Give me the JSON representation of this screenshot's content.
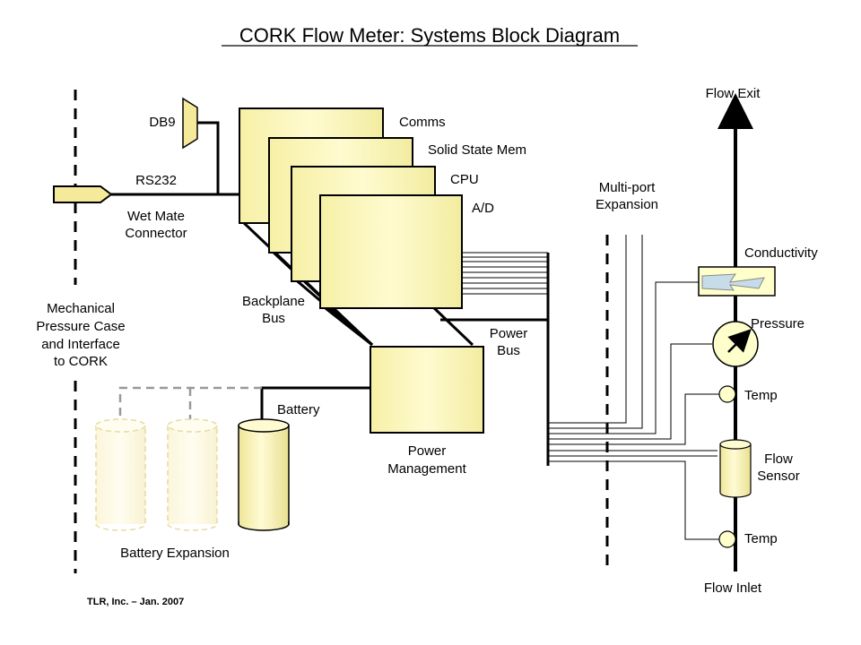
{
  "title": "CORK Flow Meter: Systems Block Diagram",
  "labels": {
    "db9": "DB9",
    "rs232": "RS232",
    "wet_mate": [
      "Wet Mate",
      "Connector"
    ],
    "comms": "Comms",
    "memory": "Solid State Mem",
    "cpu": "CPU",
    "ad": "A/D",
    "backplane": [
      "Backplane",
      "Bus"
    ],
    "power_bus": [
      "Power",
      "Bus"
    ],
    "power_management": [
      "Power",
      "Management"
    ],
    "battery": "Battery",
    "battery_expansion": "Battery Expansion",
    "pressure_case": [
      "Mechanical",
      "Pressure Case",
      "and Interface",
      "to CORK"
    ],
    "multiport": [
      "Multi-port",
      "Expansion"
    ],
    "flow_exit": "Flow Exit",
    "flow_inlet": "Flow Inlet",
    "conductivity": "Conductivity",
    "pressure": "Pressure",
    "temp_top": "Temp",
    "temp_bottom": "Temp",
    "flow_sensor": [
      "Flow",
      "Sensor"
    ]
  },
  "footer": "TLR, Inc. – Jan. 2007",
  "colors": {
    "board_fill": "#ffffcc",
    "board_shade": "#efefb0",
    "expansion_fill": "#fffbe0",
    "sensor_fill": "#ffffcc",
    "line": "#000000",
    "dashed_gray": "#999999",
    "conductivity_fill": "#c6dce8"
  }
}
